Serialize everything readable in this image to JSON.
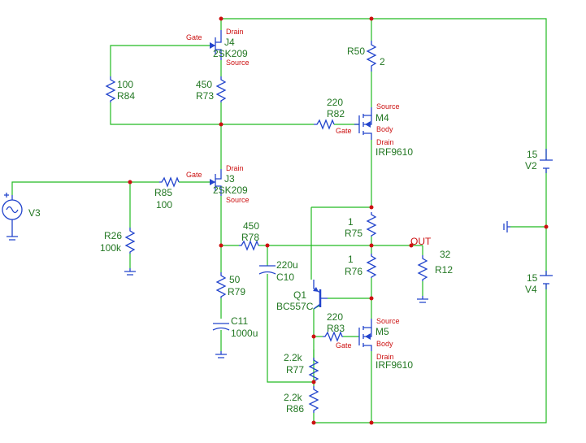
{
  "colors": {
    "wire": "#22bb22",
    "part": "#2244cc",
    "node": "#cc1111",
    "value": "#227722",
    "pin": "#cc1111"
  },
  "parts": {
    "J4": {
      "ref": "J4",
      "model": "2SK209",
      "gate": "Gate",
      "drain": "Drain",
      "source": "Source"
    },
    "J3": {
      "ref": "J3",
      "model": "2SK209",
      "gate": "Gate",
      "drain": "Drain",
      "source": "Source"
    },
    "M4": {
      "ref": "M4",
      "model": "IRF9610",
      "gate": "Gate",
      "drain": "Drain",
      "source": "Source",
      "body": "Body"
    },
    "M5": {
      "ref": "M5",
      "model": "IRF9610",
      "gate": "Gate",
      "drain": "Drain",
      "source": "Source",
      "body": "Body"
    },
    "Q1": {
      "ref": "Q1",
      "model": "BC557C"
    },
    "R84": {
      "ref": "R84",
      "value": "100"
    },
    "R73": {
      "ref": "R73",
      "value": "450"
    },
    "R50": {
      "ref": "R50",
      "value": "2"
    },
    "R82": {
      "ref": "R82",
      "value": "220"
    },
    "R85": {
      "ref": "R85",
      "value": "100"
    },
    "R26": {
      "ref": "R26",
      "value": "100k"
    },
    "R78": {
      "ref": "R78",
      "value": "450"
    },
    "R75": {
      "ref": "R75",
      "value": "1"
    },
    "R76": {
      "ref": "R76",
      "value": "1"
    },
    "R12": {
      "ref": "R12",
      "value": "32"
    },
    "R79": {
      "ref": "R79",
      "value": "50"
    },
    "R83": {
      "ref": "R83",
      "value": "220"
    },
    "R77": {
      "ref": "R77",
      "value": "2.2k"
    },
    "R86": {
      "ref": "R86",
      "value": "2.2k"
    },
    "C10": {
      "ref": "C10",
      "value": "220u"
    },
    "C11": {
      "ref": "C11",
      "value": "1000u"
    },
    "V2": {
      "ref": "V2",
      "value": "15"
    },
    "V4": {
      "ref": "V4",
      "value": "15"
    },
    "V3": {
      "ref": "V3"
    }
  },
  "net_labels": {
    "out": "OUT"
  }
}
